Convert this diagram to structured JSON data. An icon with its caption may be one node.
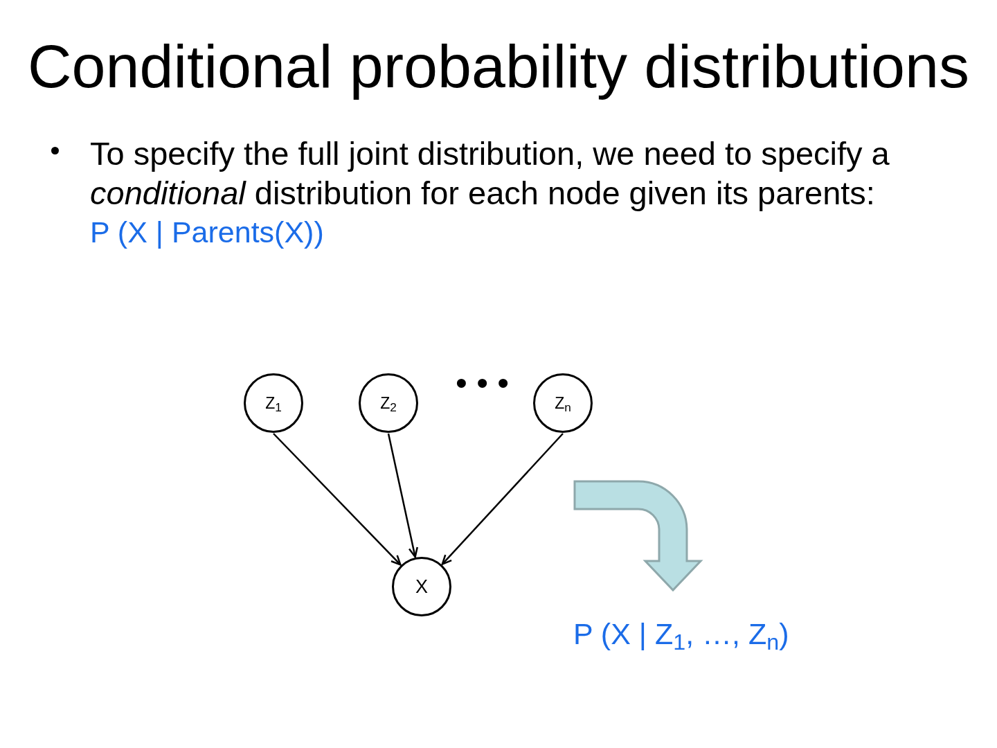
{
  "diagram": {
    "title": "Conditional probability distributions",
    "nodes": [
      {
        "text": [
          "Z$_{1}$"
        ]
      },
      {
        "text": [
          "Z$_{2}$"
        ]
      },
      {
        "text": [
          "Z$_{n}$"
        ]
      },
      {
        "text": [
          "X"
        ]
      }
    ],
    "edges": [
      {
        "from": 0,
        "to": 3,
        "arrow": "to"
      },
      {
        "from": 1,
        "to": 3,
        "arrow": "to"
      },
      {
        "from": 2,
        "to": 3,
        "arrow": "to"
      }
    ],
    "labels": [
      "To specify the full joint distribution, we need to specify a *conditional* distribution for each node given its parents:",
      "P (X | Parents(X))",
      "• • •",
      "P (X | Z$_{1}$, …, Z$_{n}$)"
    ]
  }
}
